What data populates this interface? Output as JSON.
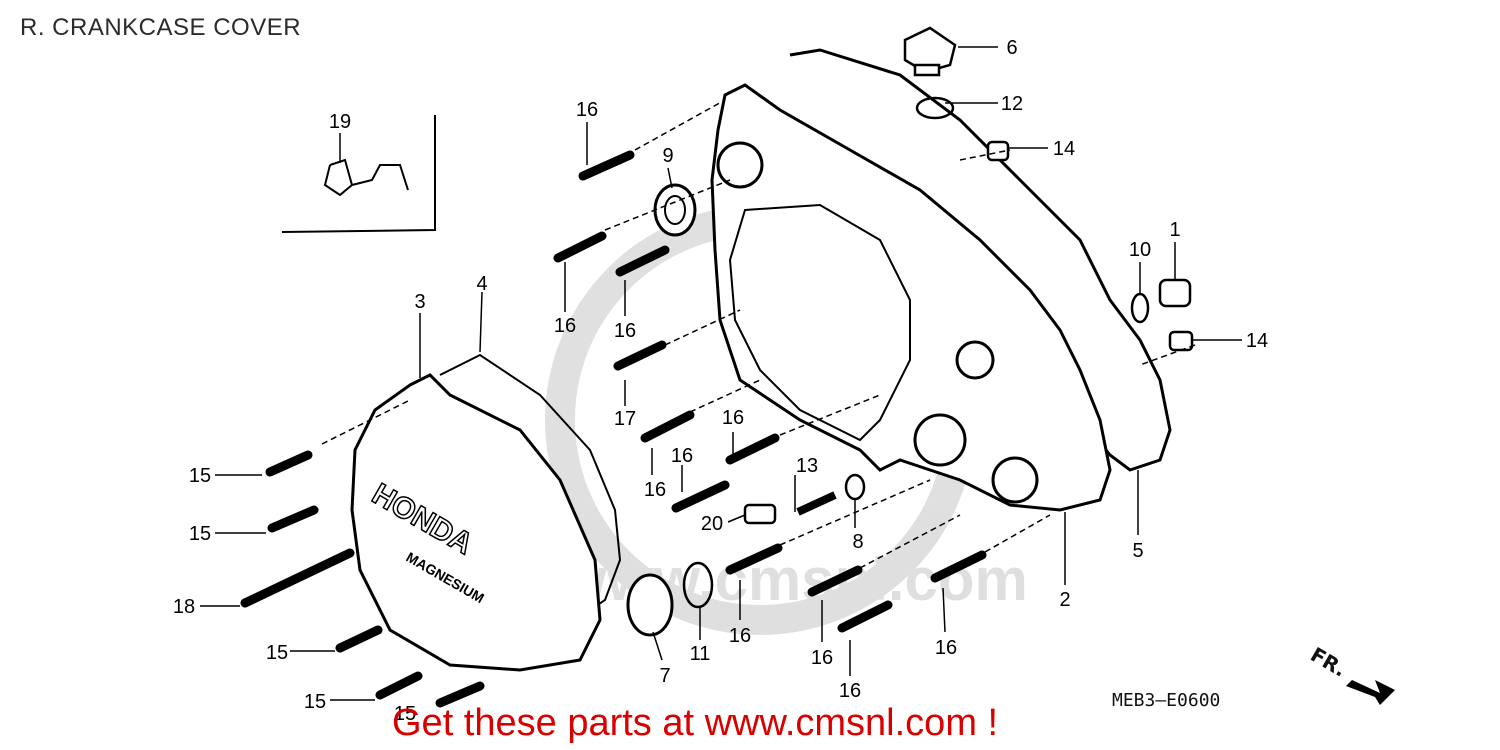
{
  "diagram": {
    "title": "R. CRANKCASE COVER",
    "diagram_code": "MEB3—E0600",
    "direction_label": "FR.",
    "cover_brand": "HONDA",
    "cover_material": "MAGNESIUM",
    "watermark": "CMSNL",
    "watermark_url": "www.cmsnl.com",
    "promo_text": "Get these parts at www.cmsnl.com !",
    "callouts": [
      {
        "id": "c19",
        "label": "19"
      },
      {
        "id": "c16a",
        "label": "16"
      },
      {
        "id": "c9",
        "label": "9"
      },
      {
        "id": "c6",
        "label": "6"
      },
      {
        "id": "c12",
        "label": "12"
      },
      {
        "id": "c14a",
        "label": "14"
      },
      {
        "id": "c10",
        "label": "10"
      },
      {
        "id": "c1",
        "label": "1"
      },
      {
        "id": "c14b",
        "label": "14"
      },
      {
        "id": "c3",
        "label": "3"
      },
      {
        "id": "c4",
        "label": "4"
      },
      {
        "id": "c16b",
        "label": "16"
      },
      {
        "id": "c16c",
        "label": "16"
      },
      {
        "id": "c17",
        "label": "17"
      },
      {
        "id": "c16d",
        "label": "16"
      },
      {
        "id": "c16e",
        "label": "16"
      },
      {
        "id": "c16f",
        "label": "16"
      },
      {
        "id": "c13",
        "label": "13"
      },
      {
        "id": "c15a",
        "label": "15"
      },
      {
        "id": "c15b",
        "label": "15"
      },
      {
        "id": "c18",
        "label": "18"
      },
      {
        "id": "c15c",
        "label": "15"
      },
      {
        "id": "c15d",
        "label": "15"
      },
      {
        "id": "c15e",
        "label": "15"
      },
      {
        "id": "c20",
        "label": "20"
      },
      {
        "id": "c8",
        "label": "8"
      },
      {
        "id": "c7",
        "label": "7"
      },
      {
        "id": "c11",
        "label": "11"
      },
      {
        "id": "c16g",
        "label": "16"
      },
      {
        "id": "c16h",
        "label": "16"
      },
      {
        "id": "c16i",
        "label": "16"
      },
      {
        "id": "c16j",
        "label": "16"
      },
      {
        "id": "c2",
        "label": "2"
      },
      {
        "id": "c5",
        "label": "5"
      }
    ]
  }
}
